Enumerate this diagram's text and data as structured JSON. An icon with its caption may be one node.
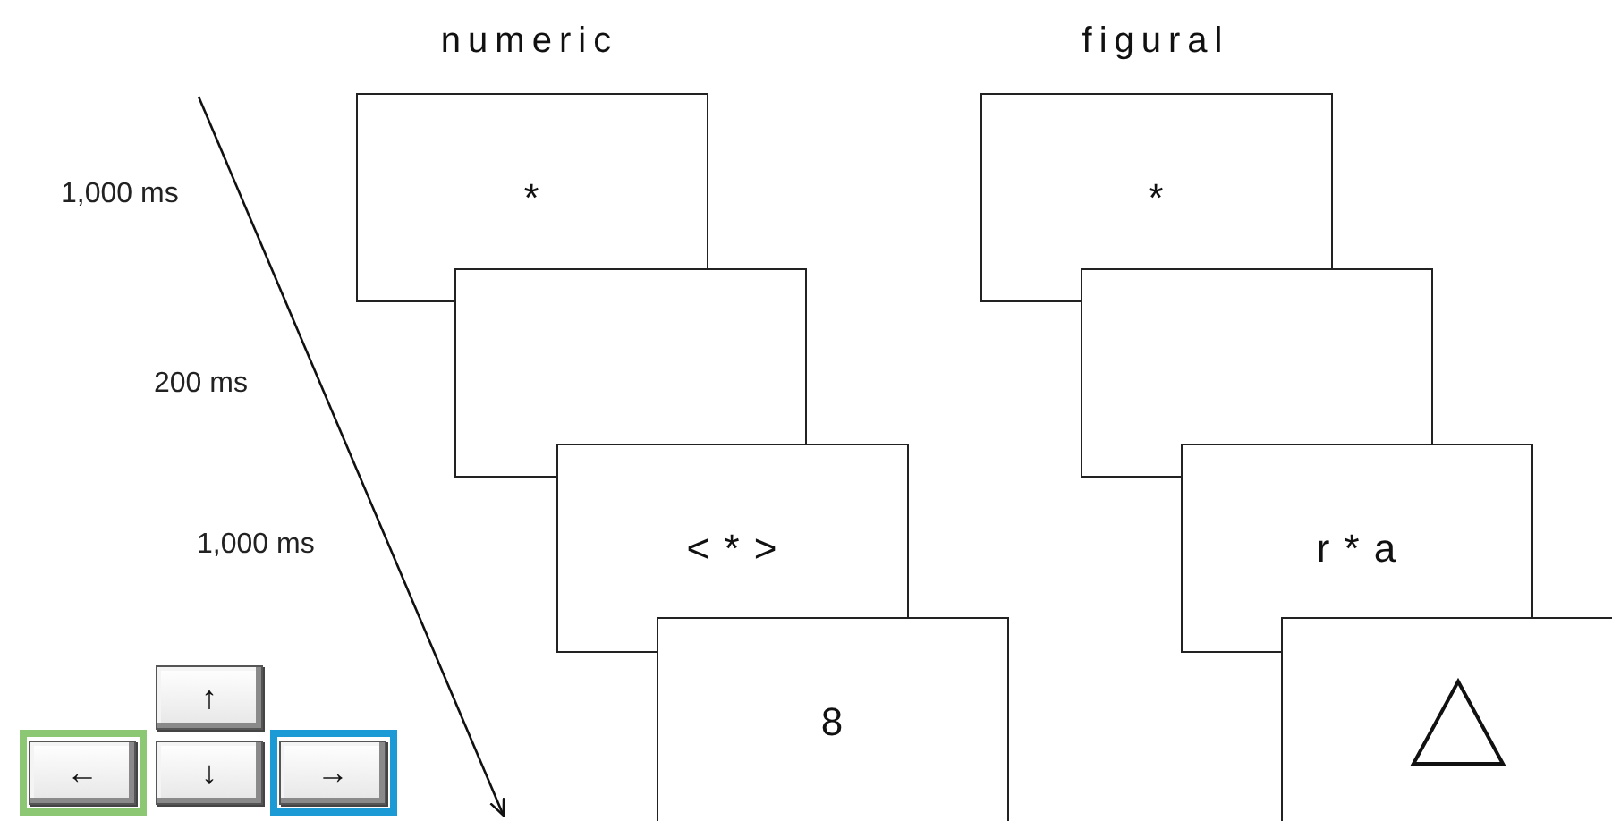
{
  "diagram": {
    "nodes": [
      {
        "text": [
          "*"
        ]
      },
      {
        "text": [],
        "shape": "box"
      },
      {
        "text": [
          "< * >"
        ]
      },
      {
        "text": [
          "8"
        ]
      },
      {
        "text": [
          "*"
        ]
      },
      {
        "text": [],
        "shape": "box"
      },
      {
        "text": [
          "r * a"
        ]
      },
      {
        "text": [],
        "shape": "box"
      },
      {
        "text": [],
        "shape": "triangle",
        "in": 7
      },
      {
        "text": [
          "↑"
        ]
      },
      {
        "text": [
          "←"
        ]
      },
      {
        "text": [
          "↓"
        ]
      },
      {
        "text": [
          "→"
        ]
      }
    ],
    "labels": [
      "numeric",
      "figural",
      "1,000 ms",
      "200 ms",
      "1,000 ms"
    ]
  }
}
